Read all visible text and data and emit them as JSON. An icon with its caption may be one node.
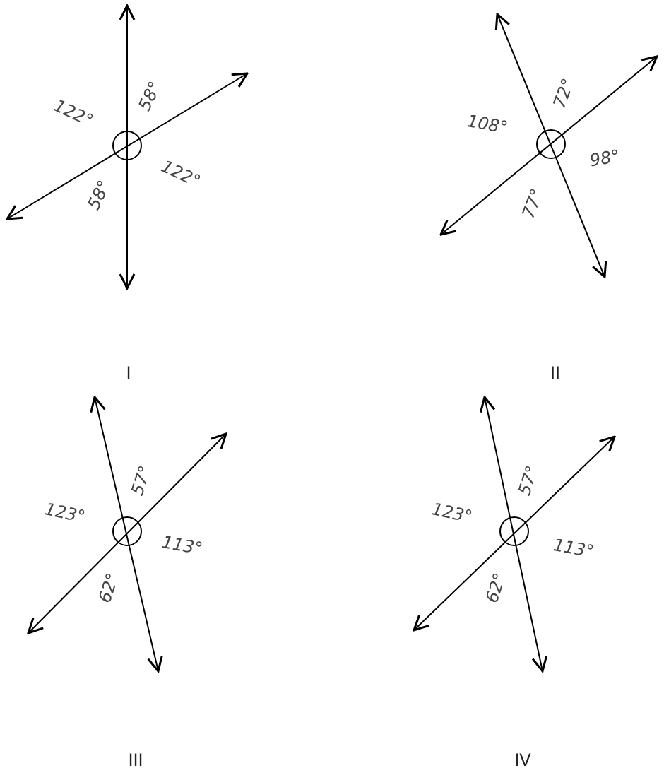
{
  "diagram": {
    "labels": [
      "122°",
      "58°",
      "122°",
      "58°",
      "I",
      "108°",
      "72°",
      "98°",
      "77°",
      "II",
      "123°",
      "57°",
      "113°",
      "62°",
      "III",
      "123°",
      "57°",
      "113°",
      "62°",
      "IV"
    ]
  }
}
